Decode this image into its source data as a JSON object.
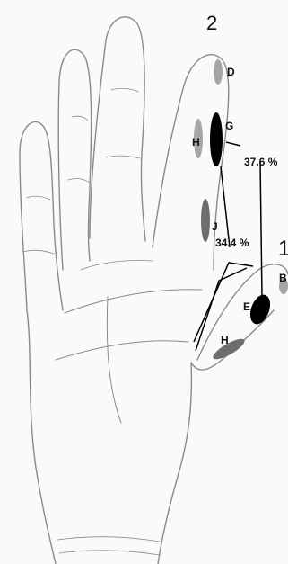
{
  "figure": {
    "digit_labels": [
      "2",
      "1"
    ],
    "region_labels": [
      "D",
      "G",
      "H",
      "J",
      "B",
      "E",
      "H"
    ],
    "percentages": [
      "37.6 %",
      "34.4 %"
    ],
    "colors": {
      "light_region": "#a6a6a6",
      "dark_region": "#6e6e6e",
      "black_region": "#000000",
      "sketch_line": "#8a8a8a"
    }
  }
}
